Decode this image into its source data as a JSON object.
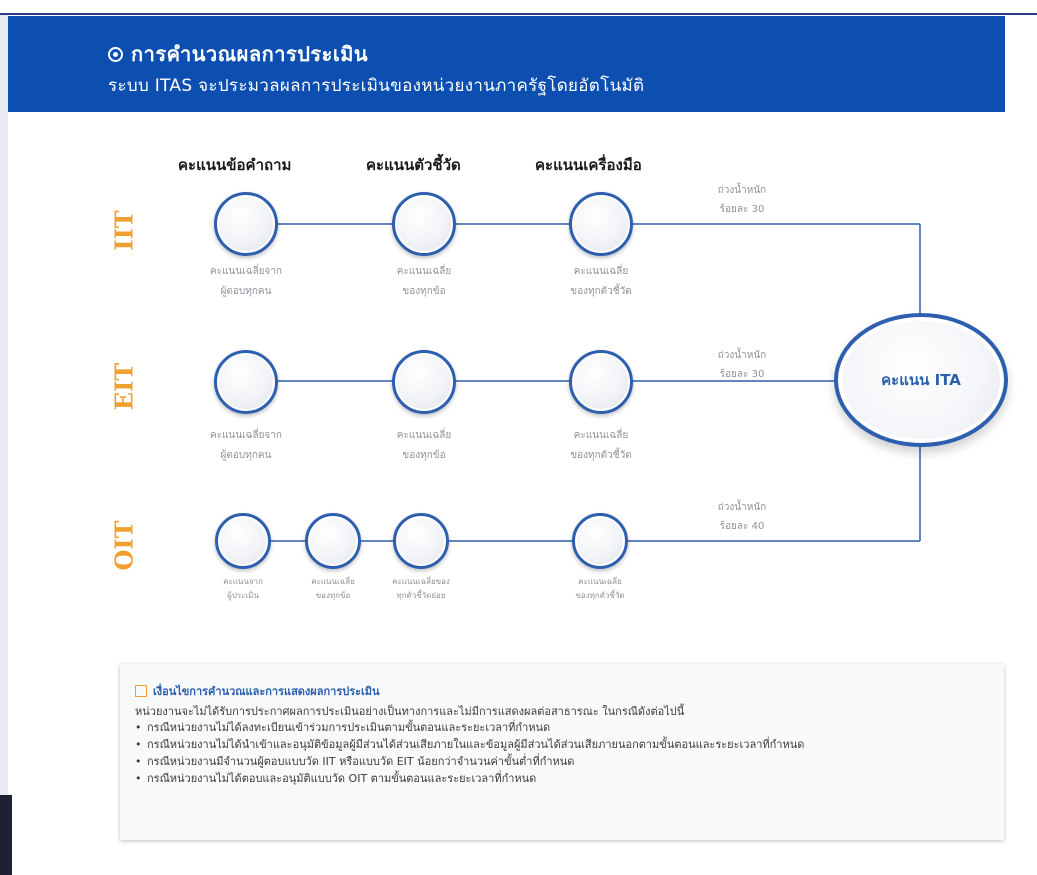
{
  "header": {
    "title": "การคำนวณผลการประเมิน",
    "subtitle": "ระบบ ITAS จะประมวลผลการประเมินของหน่วยงานภาครัฐโดยอัตโนมัติ"
  },
  "columns": {
    "col1": "คะแนนข้อคำถาม",
    "col2": "คะแนนตัวชี้วัด",
    "col3": "คะแนนเครื่องมือ"
  },
  "rows": {
    "iit": {
      "label": "IIT",
      "weight_line1": "ถ่วงน้ำหนัก",
      "weight_line2": "ร้อยละ 30",
      "cap1_l1": "คะแนนเฉลี่ยจาก",
      "cap1_l2": "ผู้ตอบทุกคน",
      "cap2_l1": "คะแนนเฉลี่ย",
      "cap2_l2": "ของทุกข้อ",
      "cap3_l1": "คะแนนเฉลี่ย",
      "cap3_l2": "ของทุกตัวชี้วัด"
    },
    "eit": {
      "label": "EIT",
      "weight_line1": "ถ่วงน้ำหนัก",
      "weight_line2": "ร้อยละ 30",
      "cap1_l1": "คะแนนเฉลี่ยจาก",
      "cap1_l2": "ผู้ตอบทุกคน",
      "cap2_l1": "คะแนนเฉลี่ย",
      "cap2_l2": "ของทุกข้อ",
      "cap3_l1": "คะแนนเฉลี่ย",
      "cap3_l2": "ของทุกตัวชี้วัด"
    },
    "oit": {
      "label": "OIT",
      "weight_line1": "ถ่วงน้ำหนัก",
      "weight_line2": "ร้อยละ 40",
      "cap1_l1": "คะแนนจาก",
      "cap1_l2": "ผู้ประเมิน",
      "cap2_l1": "คะแนนเฉลี่ย",
      "cap2_l2": "ของทุกข้อ",
      "cap3_l1": "คะแนนเฉลี่ยของ",
      "cap3_l2": "ทุกตัวชี้วัดย่อย",
      "cap4_l1": "คะแนนเฉลี่ย",
      "cap4_l2": "ของทุกตัวชี้วัด"
    }
  },
  "ita_label": "คะแนน ITA",
  "conditions": {
    "title": "เงื่อนไขการคำนวณและการแสดงผลการประเมิน",
    "intro": "หน่วยงานจะไม่ได้รับการประกาศผลการประเมินอย่างเป็นทางการและไม่มีการแสดงผลต่อสาธารณะ ในกรณีดังต่อไปนี้",
    "items": [
      "กรณีหน่วยงานไม่ได้ลงทะเบียนเข้าร่วมการประเมินตามขั้นตอนและระยะเวลาที่กำหนด",
      "กรณีหน่วยงานไม่ได้นำเข้าและอนุมัติข้อมูลผู้มีส่วนได้ส่วนเสียภายในและข้อมูลผู้มีส่วนได้ส่วนเสียภายนอกตามขั้นตอนและระยะเวลาที่กำหนด",
      "กรณีหน่วยงานมีจำนวนผู้ตอบแบบวัด IIT หรือแบบวัด EIT น้อยกว่าจำนวนค่าขั้นต่ำที่กำหนด",
      "กรณีหน่วยงานไม่ได้ตอบและอนุมัติแบบวัด OIT ตามขั้นตอนและระยะเวลาที่กำหนด"
    ]
  },
  "colors": {
    "header_bg": "#0c4fb0",
    "node_border": "#2d5fae",
    "row_label": "#f0a030"
  }
}
